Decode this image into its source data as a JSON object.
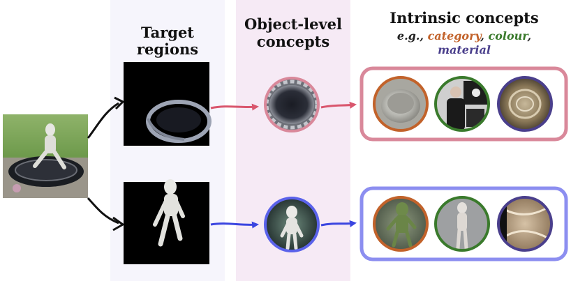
{
  "headings": {
    "target_regions": "Target regions",
    "object_level_line1": "Object-level",
    "object_level_line2": "concepts",
    "intrinsic": "Intrinsic concepts"
  },
  "examples": {
    "prefix": "e.g.,",
    "category": "category",
    "colour": "colour",
    "material": "material",
    "comma": ","
  },
  "colors": {
    "category": "#c2622a",
    "colour": "#3a7a2c",
    "material": "#4a3f8c",
    "pot_branch": "#d9566d",
    "figure_branch": "#3a45e0",
    "pot_frame": "#d9889a",
    "figure_frame": "#8c8ef0",
    "col2_bg": "#f6f5fc",
    "col3_bg": "#f6eaf5"
  },
  "rows": [
    {
      "name": "pot",
      "region_icon": "pot-region-icon",
      "object_icon": "pot-object-icon",
      "concept_icons": [
        "white-bowl-icon",
        "person-colour-icon",
        "glass-swirl-icon"
      ]
    },
    {
      "name": "figure",
      "region_icon": "figure-region-icon",
      "object_icon": "figure-object-icon",
      "concept_icons": [
        "green-creature-icon",
        "grey-statue-icon",
        "tan-fabric-icon"
      ]
    }
  ]
}
